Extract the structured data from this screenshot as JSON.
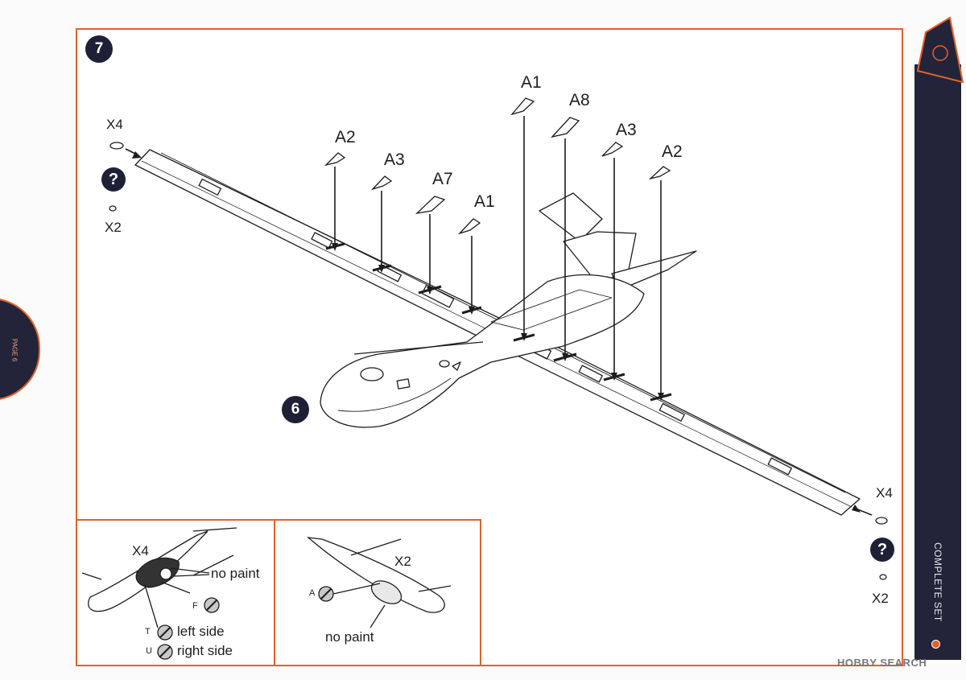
{
  "step": {
    "number": "7",
    "subassembly": "6"
  },
  "parts": {
    "x4_top": "X4",
    "x2_top": "X2",
    "a2_left": "A2",
    "a3_left": "A3",
    "a7": "A7",
    "a1_left": "A1",
    "a1_top": "A1",
    "a8": "A8",
    "a3_right": "A3",
    "a2_right": "A2",
    "x4_right": "X4",
    "x2_right": "X2"
  },
  "question_mark": "?",
  "inset_left": {
    "part": "X4",
    "no_paint": "no paint",
    "f_label": "F",
    "t_label": "T",
    "t_text": "left side",
    "u_label": "U",
    "u_text": "right side"
  },
  "inset_right": {
    "part": "X2",
    "a_label": "A",
    "no_paint": "no paint"
  },
  "sidebar": {
    "text": "COMPLETE SET"
  },
  "page_tab": {
    "text": "PAGE 6"
  },
  "watermark": "HOBBY SEARCH",
  "colors": {
    "accent": "#e2622a",
    "navy": "#23243a"
  }
}
